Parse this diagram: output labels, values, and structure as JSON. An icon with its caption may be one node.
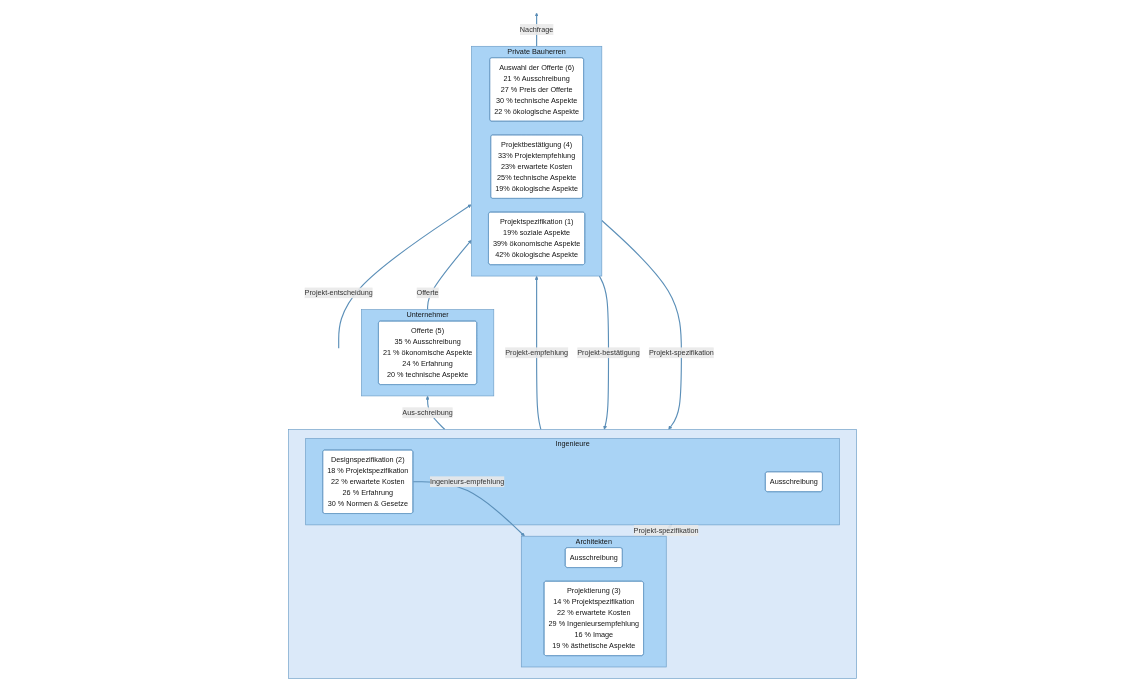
{
  "diagram": {
    "nodes": [
      {
        "text": [
          "Private Bauherren"
        ]
      },
      {
        "text": [
          "Auswahl der Offerte (6)",
          "21 % Ausschreibung",
          "27 % Preis der Offerte",
          "30 % technische Aspekte",
          "22 % ökologische Aspekte"
        ],
        "in": 0
      },
      {
        "text": [
          "Projektbestätigung (4)",
          "33% Projektempfehlung",
          "23% erwartete Kosten",
          "25% technische Aspekte",
          "19% ökologische Aspekte"
        ],
        "in": 0
      },
      {
        "text": [
          "Projektspezifikation (1)",
          "19% soziale Aspekte",
          "39% ökonomische Aspekte",
          "42% ökologische Aspekte"
        ],
        "in": 0
      },
      {
        "text": [
          "Unternehmer"
        ]
      },
      {
        "text": [
          "Offerte (5)",
          "35 % Ausschreibung",
          "21 % ökonomische Aspekte",
          "24 % Erfahrung",
          "20 % technische Aspekte"
        ],
        "in": 4
      },
      {
        "text": [],
        "shape": "box"
      },
      {
        "text": [
          "Architekten"
        ],
        "in": 6
      },
      {
        "text": [
          "Ausschreibung"
        ],
        "in": 7
      },
      {
        "text": [
          "Projektierung (3)",
          "14 % Projektspezifikation",
          "22 % erwartete Kosten",
          "29 % Ingenieursempfehlung",
          "16 % Image",
          "19 % ästhetische Aspekte"
        ],
        "in": 7
      },
      {
        "text": [
          "Ingenieure"
        ],
        "in": 6
      },
      {
        "text": [
          "Ausschreibung"
        ],
        "in": 10
      },
      {
        "text": [
          "Designspezifikation (2)",
          "18 % Projektspezifikation",
          "22 % erwartete Kosten",
          "26 % Erfahrung",
          "30 % Normen & Gesetze"
        ],
        "in": 10
      }
    ],
    "edges": [
      {
        "from": 0,
        "to": null,
        "arrow": "to",
        "label": "Nachfrage"
      },
      {
        "from": null,
        "to": 0,
        "arrow": "to",
        "label": "Projekt-entscheidung"
      },
      {
        "from": 4,
        "to": 0,
        "arrow": "to",
        "label": "Offerte"
      },
      {
        "from": 0,
        "to": 6,
        "arrow": "to",
        "label": "Projekt-bestätigung"
      },
      {
        "from": 6,
        "to": 0,
        "arrow": "to",
        "label": "Projekt-empfehlung"
      },
      {
        "from": 0,
        "to": 6,
        "arrow": "to",
        "label": "Projekt-spezifikation"
      },
      {
        "from": 7,
        "to": 10,
        "arrow": "to",
        "label": "Projekt-spezifikation"
      },
      {
        "from": 6,
        "to": 4,
        "arrow": "to",
        "label": "Aus-schreibung"
      },
      {
        "from": 12,
        "to": 7,
        "arrow": "to",
        "label": "Ingenieurs-empfehlung"
      }
    ]
  }
}
